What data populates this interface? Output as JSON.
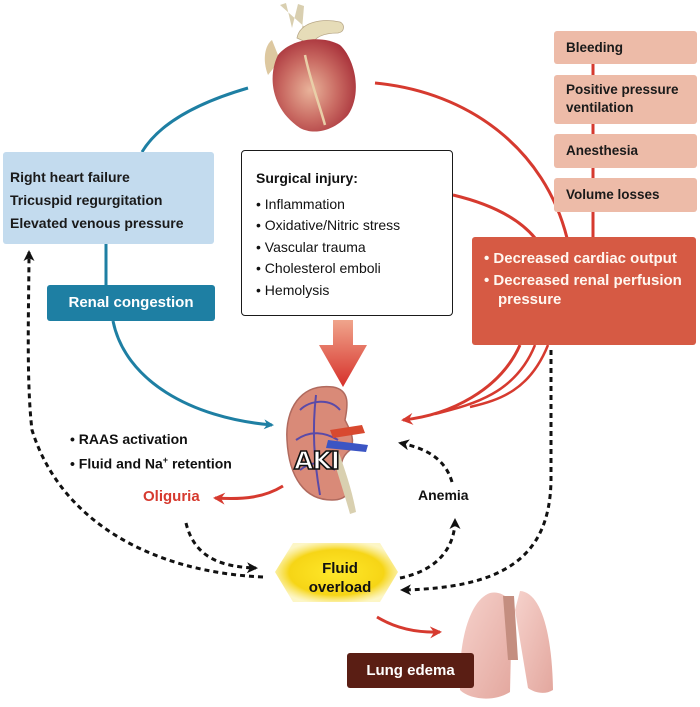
{
  "diagram": {
    "left_box": {
      "lines": [
        "Right heart failure",
        "Tricuspid regurgitation",
        "Elevated venous pressure"
      ]
    },
    "renal_congestion": "Renal congestion",
    "surgical_injury": {
      "title": "Surgical injury:",
      "items": [
        "Inflammation",
        "Oxidative/Nitric stress",
        "Vascular trauma",
        "Cholesterol emboli",
        "Hemolysis"
      ]
    },
    "right_chain": [
      "Bleeding",
      "Positive pressure ventilation",
      "Anesthesia",
      "Volume losses"
    ],
    "right_chain_display": {
      "bleeding": "Bleeding",
      "ppv_line1": "Positive pressure",
      "ppv_line2": "ventilation",
      "anesthesia": "Anesthesia",
      "volume_losses": "Volume losses"
    },
    "cardiac_box": {
      "items": [
        "Decreased cardiac output",
        "Decreased renal perfusion pressure"
      ],
      "item1_display": "• Decreased cardiac output",
      "item2_display": "• Decreased renal perfusion pressure"
    },
    "raas": {
      "line1": "• RAAS activation",
      "line2_pre": "• Fluid and Na",
      "line2_sup": "+",
      "line2_post": " retention"
    },
    "aki_label": "AKI",
    "oliguria": "Oliguria",
    "anemia": "Anemia",
    "fluid_overload": {
      "line1": "Fluid",
      "line2": "overload"
    },
    "lung_edema": "Lung edema",
    "colors": {
      "venous_blue": "#1e7fa3",
      "light_blue": "#c3dbee",
      "arterial_red": "#d63a2f",
      "salmon": "#edbba8",
      "cardiac_box": "#d65a44",
      "fluid_yellow": "#f7d81c",
      "lung_box": "#5a1e14"
    }
  }
}
